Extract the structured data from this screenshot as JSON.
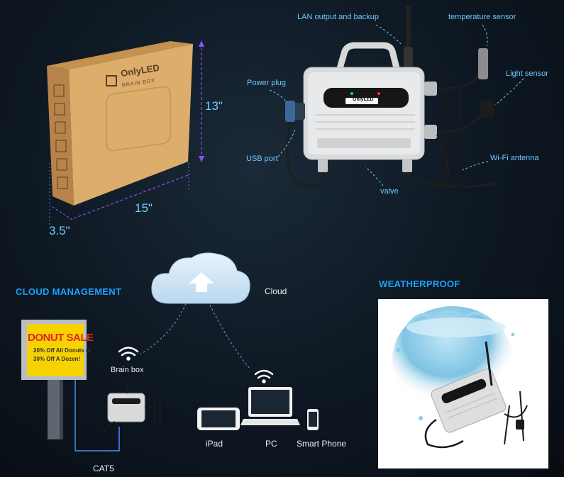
{
  "box": {
    "brand": "OnlyLED",
    "subtitle": "BRAIN BOX",
    "height_label": "13\"",
    "width_label": "15\"",
    "depth_label": "3.5\""
  },
  "device": {
    "brand": "OnlyLED",
    "callouts": {
      "lan": "LAN output and backup",
      "temp": "temperature sensor",
      "power": "Power plug",
      "light": "Light sensor",
      "usb": "USB port",
      "wifi": "Wi-Fi antenna",
      "valve": "valve"
    }
  },
  "cloud_section": {
    "heading": "CLOUD MANAGEMENT",
    "cloud_label": "Cloud",
    "brain_box_label": "Brain box",
    "cable_label": "CAT5",
    "billboard": {
      "line1": "DONUT SALE",
      "line2": "20% Off All Donuts or",
      "line3": "30% Off A Dozen!"
    },
    "devices": [
      "iPad",
      "PC",
      "Smart Phone"
    ]
  },
  "weather_section": {
    "heading": "WEATHERPROOF"
  },
  "colors": {
    "accent": "#1aa3ff",
    "callout": "#6fc8ff",
    "box": "#d9a864",
    "billboard_yellow": "#f6d200"
  }
}
